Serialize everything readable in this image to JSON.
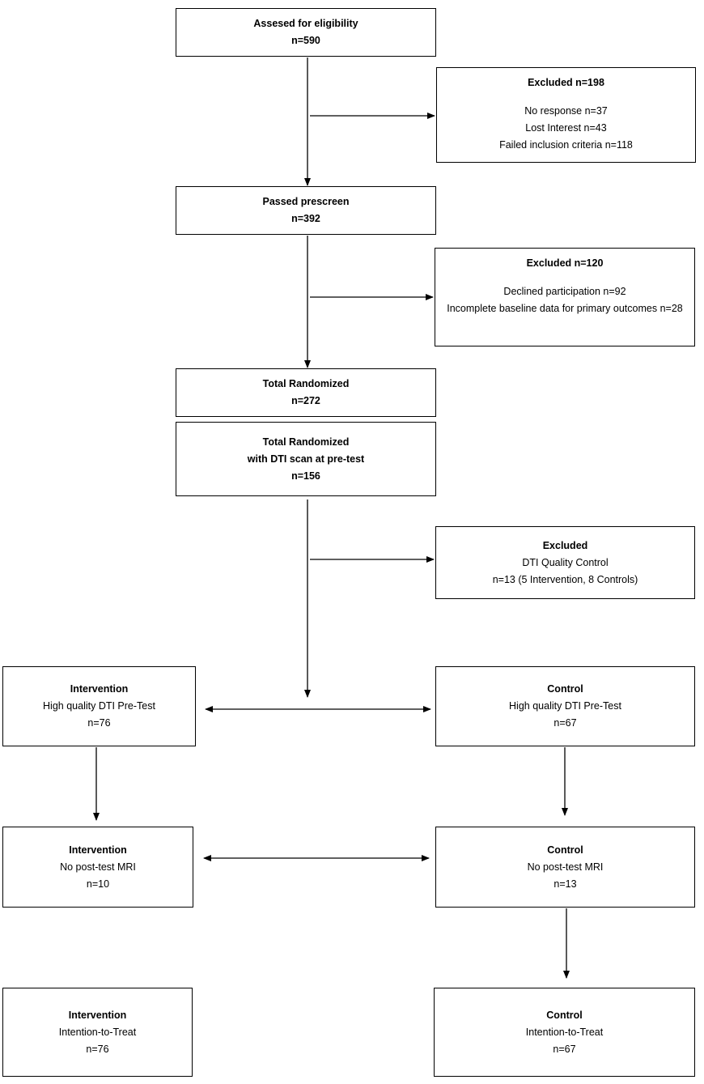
{
  "boxes": {
    "assessed": {
      "title": "Assesed for eligibility",
      "count": "n=590"
    },
    "excluded1": {
      "title": "Excluded n=198",
      "lines": [
        "No response n=37",
        "Lost Interest n=43",
        "Failed inclusion criteria n=118"
      ]
    },
    "prescreen": {
      "title": "Passed prescreen",
      "count": "n=392"
    },
    "excluded2": {
      "title": "Excluded n=120",
      "lines": [
        "Declined participation n=92",
        "Incomplete baseline data for primary outcomes n=28"
      ]
    },
    "randomized": {
      "title": "Total Randomized",
      "count": "n=272"
    },
    "randomized_dti": {
      "title": "Total Randomized",
      "subtitle": "with DTI scan at pre-test",
      "count": "n=156"
    },
    "excluded3": {
      "title": "Excluded",
      "lines": [
        "DTI Quality Control",
        "n=13 (5 Intervention, 8 Controls)"
      ]
    },
    "int_pre": {
      "title": "Intervention",
      "desc": "High quality DTI  Pre-Test",
      "count": "n=76"
    },
    "ctl_pre": {
      "title": "Control",
      "desc": "High quality DTI  Pre-Test",
      "count": "n=67"
    },
    "int_post": {
      "title": "Intervention",
      "desc": "No post-test MRI",
      "count": "n=10"
    },
    "ctl_post": {
      "title": "Control",
      "desc": "No post-test MRI",
      "count": "n=13"
    },
    "int_itt": {
      "title": "Intervention",
      "desc": "Intention-to-Treat",
      "count": "n=76"
    },
    "ctl_itt": {
      "title": "Control",
      "desc": "Intention-to-Treat",
      "count": "n=67"
    }
  }
}
